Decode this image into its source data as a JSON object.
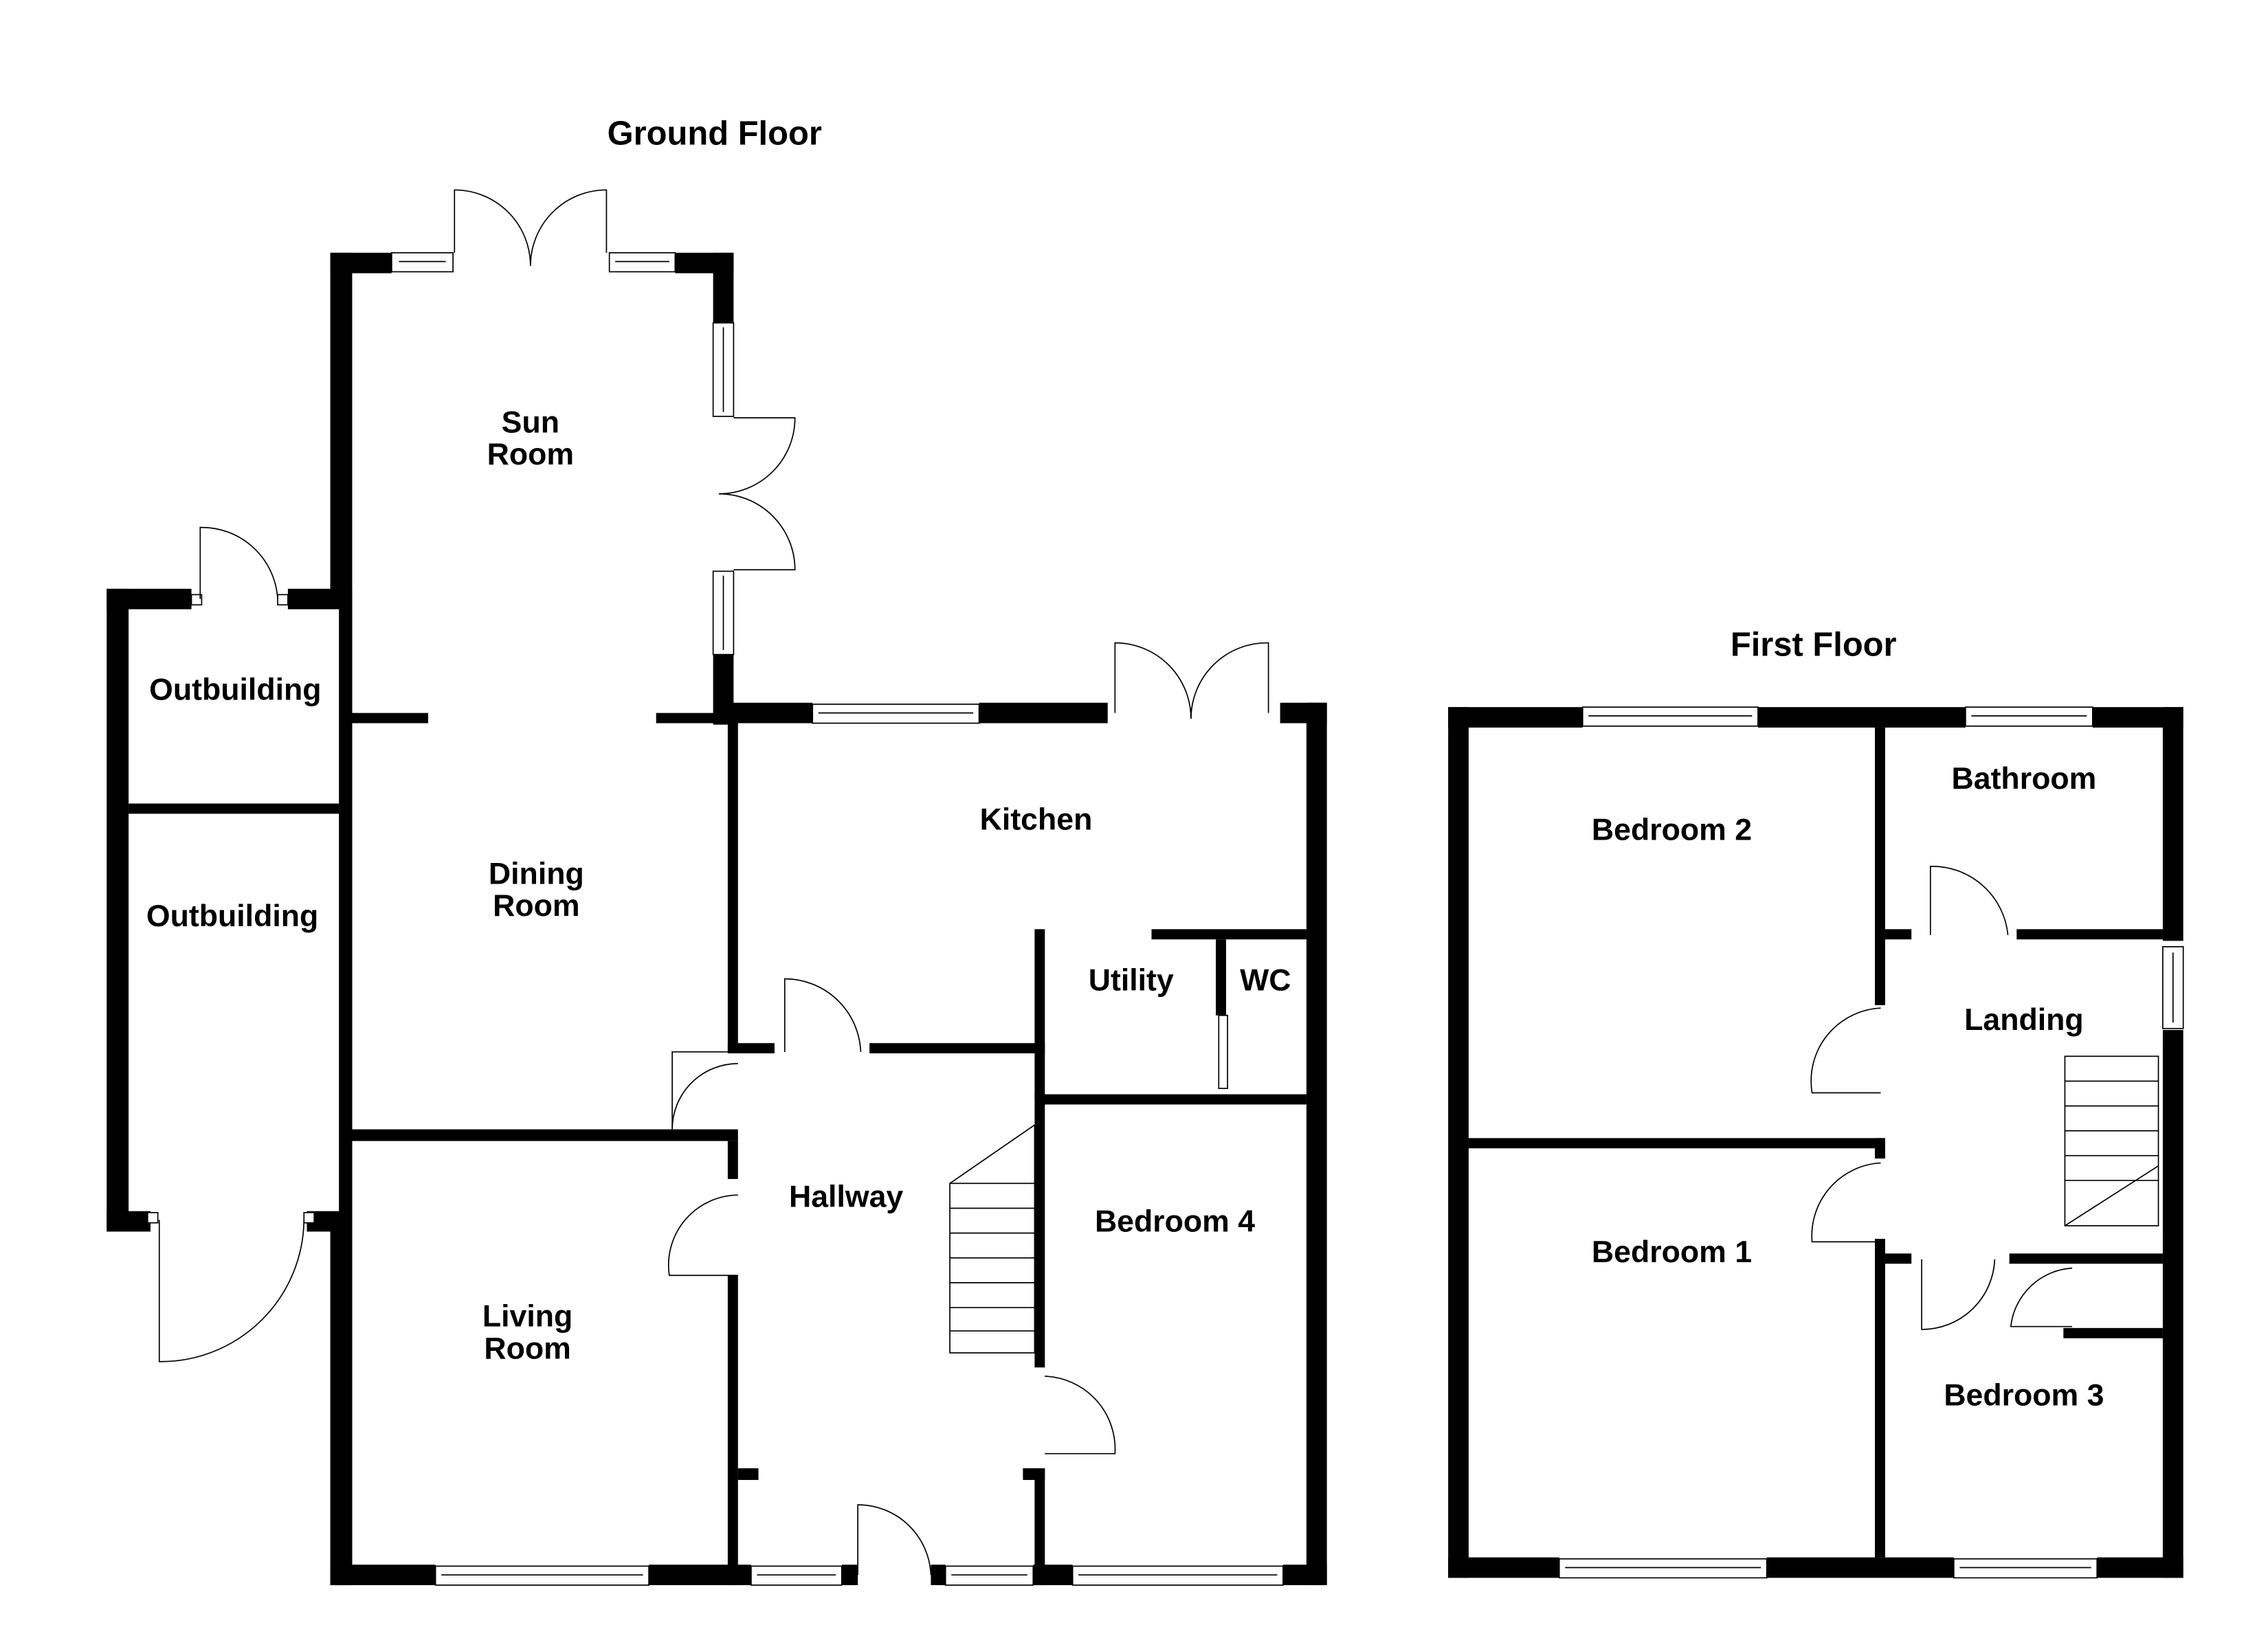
{
  "ground_floor": {
    "title": "Ground Floor",
    "rooms": {
      "sun_room": [
        "Sun",
        "Room"
      ],
      "outbuilding_1": "Outbuilding",
      "outbuilding_2": "Outbuilding",
      "dining_room": [
        "Dining",
        "Room"
      ],
      "kitchen": "Kitchen",
      "utility": "Utility",
      "wc": "WC",
      "hallway": "Hallway",
      "bedroom_4": "Bedroom 4",
      "living_room": [
        "Living",
        "Room"
      ]
    }
  },
  "first_floor": {
    "title": "First Floor",
    "rooms": {
      "bedroom_2": "Bedroom 2",
      "bathroom": "Bathroom",
      "landing": "Landing",
      "bedroom_1": "Bedroom 1",
      "bedroom_3": "Bedroom 3"
    }
  },
  "colors": {
    "wall": "#000000",
    "background": "#ffffff"
  }
}
